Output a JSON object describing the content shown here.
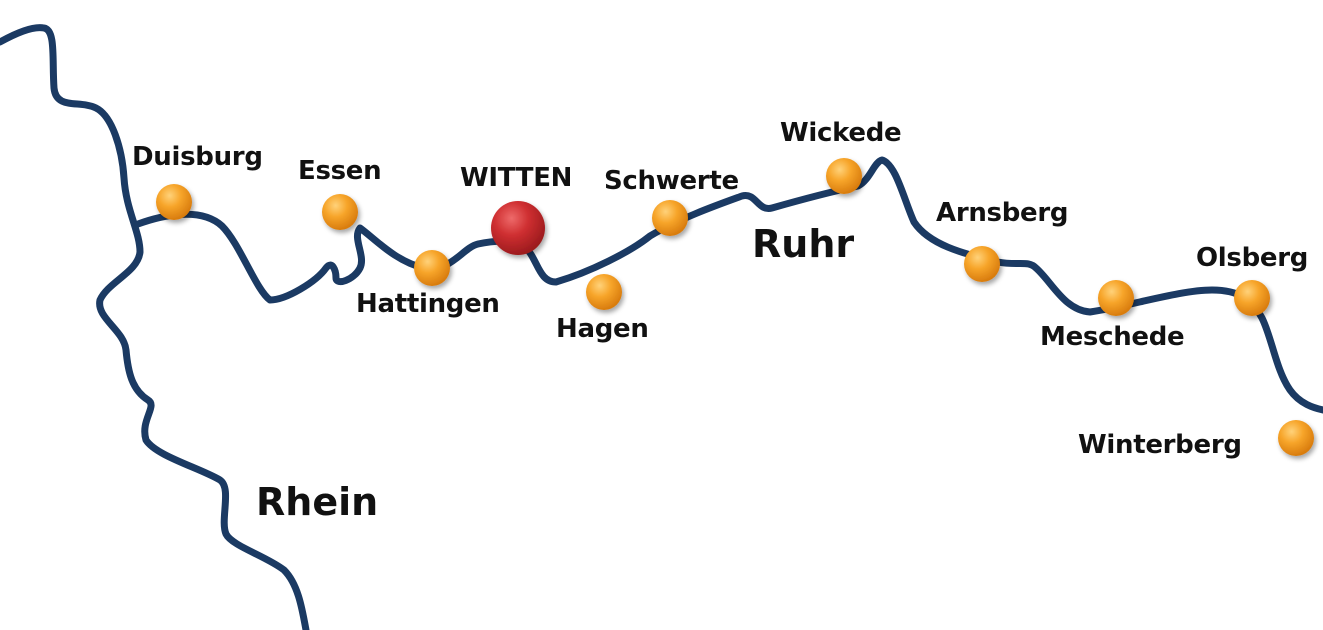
{
  "colors": {
    "river": "#1b3a63",
    "city_marker": "#f39a1e",
    "highlight_marker": "#c8232a",
    "label_text": "#111111",
    "background": "#ffffff"
  },
  "rivers": {
    "rhein": "Rhein",
    "ruhr": "Ruhr"
  },
  "cities": {
    "duisburg": "Duisburg",
    "essen": "Essen",
    "witten": "WITTEN",
    "schwerte": "Schwerte",
    "wickede": "Wickede",
    "arnsberg": "Arnsberg",
    "hattingen": "Hattingen",
    "hagen": "Hagen",
    "olsberg": "Olsberg",
    "meschede": "Meschede",
    "winterberg": "Winterberg"
  },
  "highlighted_city": "WITTEN"
}
